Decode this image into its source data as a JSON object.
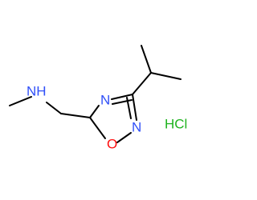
{
  "molecule": {
    "atoms": {
      "nh": "NH",
      "ring_n_top": "N",
      "ring_n_bottom": "N",
      "ring_o": "O",
      "salt": "HCl"
    },
    "colors": {
      "bond": "#000000",
      "carbon": "#000000",
      "nitrogen": "#3050F8",
      "oxygen": "#FF0D0D",
      "hcl": "#1FB31F"
    }
  }
}
